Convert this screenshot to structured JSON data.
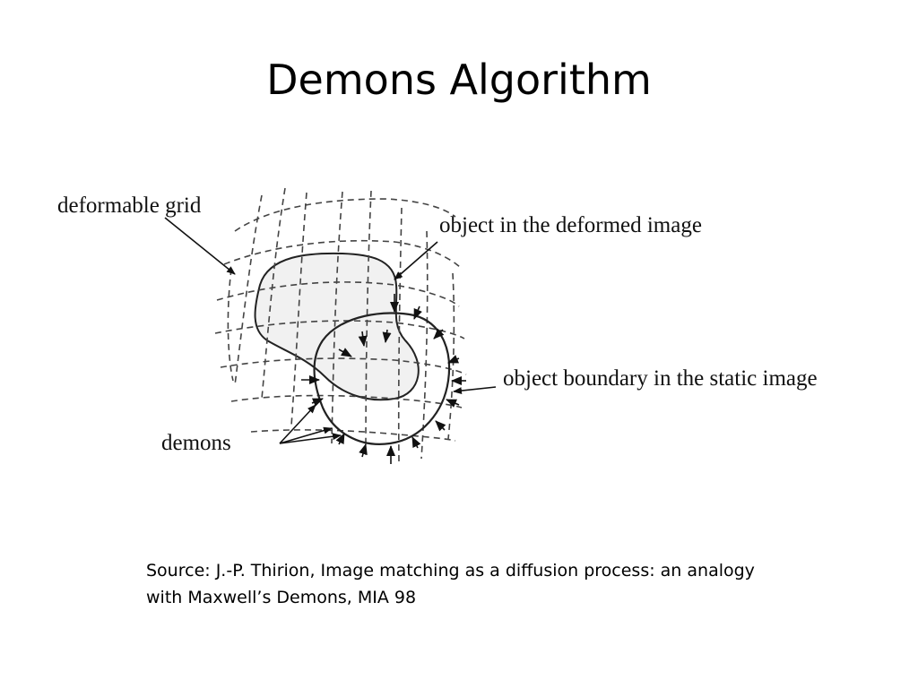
{
  "slide": {
    "title": "Demons Algorithm",
    "source_line1": "Source: J.-P. Thirion, Image matching as a diffusion process: an analogy",
    "source_line2": "with Maxwell’s Demons, MIA 98"
  },
  "figure": {
    "labels": {
      "deformable_grid": "deformable grid",
      "deformed_object": "object in the deformed image",
      "static_boundary": "object boundary in the static image",
      "demons": "demons"
    }
  }
}
